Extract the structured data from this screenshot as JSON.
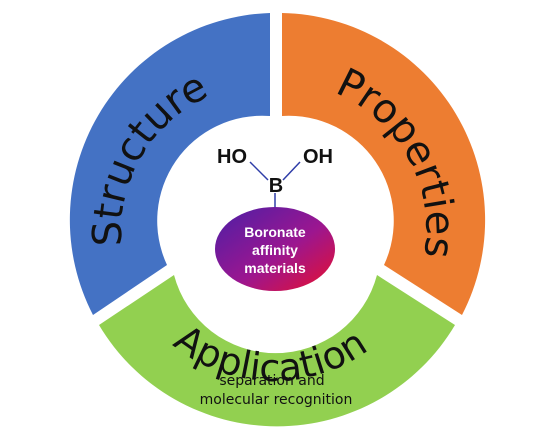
{
  "segments": {
    "structure": {
      "label": "Structure",
      "color": "#4472C4"
    },
    "properties": {
      "label": "Properties",
      "color": "#ED7D31"
    },
    "applications": {
      "label": "Applications",
      "sublabel_line1": "separation and",
      "sublabel_line2": "molecular  recognition",
      "color": "#92D050"
    }
  },
  "molecule": {
    "left_group": "HO",
    "right_group": "OH",
    "center_atom": "B",
    "bond_color": "#2F3DA8"
  },
  "core": {
    "line1": "Boronate",
    "line2": "affinity",
    "line3": "materials",
    "gradient_start": "#4B1FA6",
    "gradient_mid": "#9B1690",
    "gradient_end": "#E8102E"
  }
}
